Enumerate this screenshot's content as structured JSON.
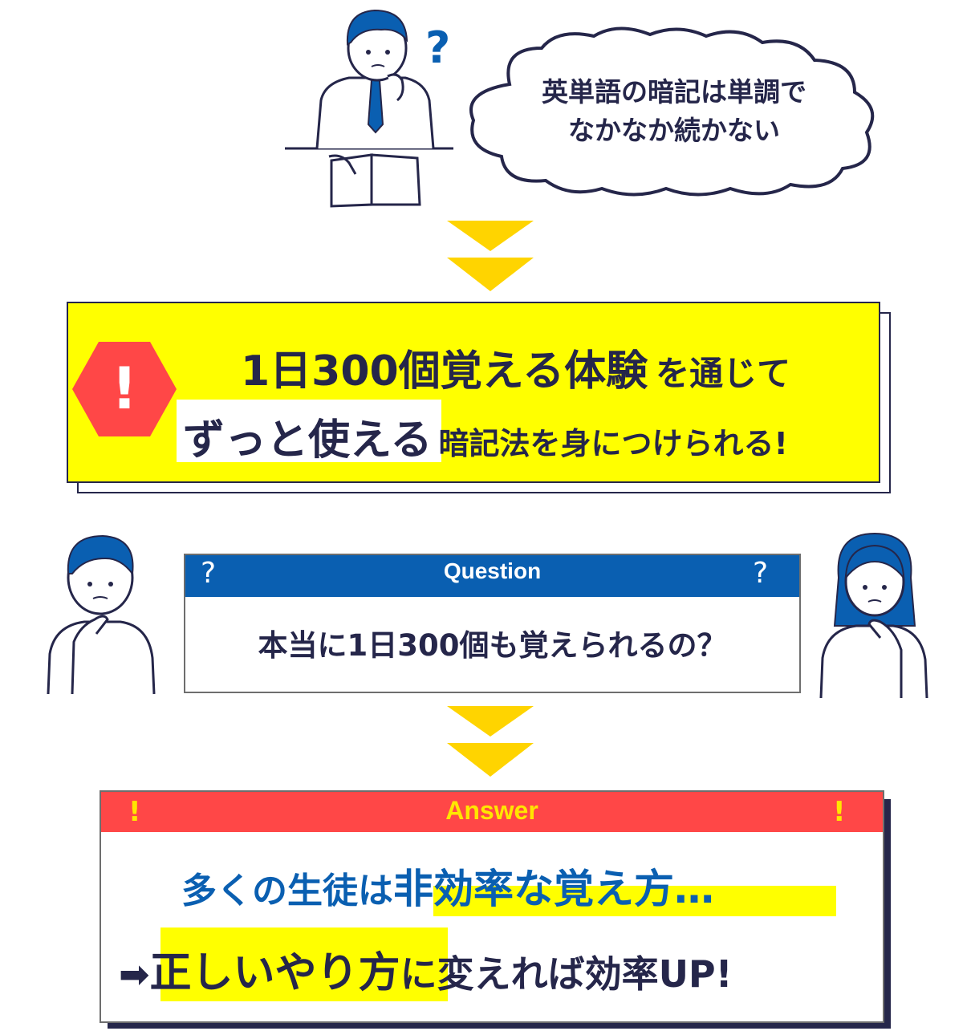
{
  "thought": {
    "line1": "英単語の暗記は単調で",
    "line2": "なかなか続かない"
  },
  "banner": {
    "warning_mark": "!",
    "line1_emph": "1日300個覚える体験",
    "line1_rest": "を通じて",
    "line2_emph": "ずっと使える",
    "line2_rest": "暗記法を身につけられる!"
  },
  "question": {
    "title": "Question",
    "mark_left": "?",
    "mark_right": "?",
    "text": "本当に1日300個も覚えられるの？"
  },
  "answer": {
    "title": "Answer",
    "mark_left": "!",
    "mark_right": "!",
    "line1_start": "多くの生徒は",
    "line1_emph": "非効率な覚え方…",
    "line2_arrow": "➡",
    "line2_emph": "正しいやり方",
    "line2_rest": "に変えれば効率UP!"
  },
  "colors": {
    "navy": "#25264a",
    "blue": "#0a5fb1",
    "yellow": "#ffff00",
    "chevron_yellow": "#ffd400",
    "red": "#ff4747"
  },
  "icons": [
    "question-mark-icon",
    "warning-hexagon-icon",
    "chevron-down-icon",
    "arrow-right-icon"
  ]
}
